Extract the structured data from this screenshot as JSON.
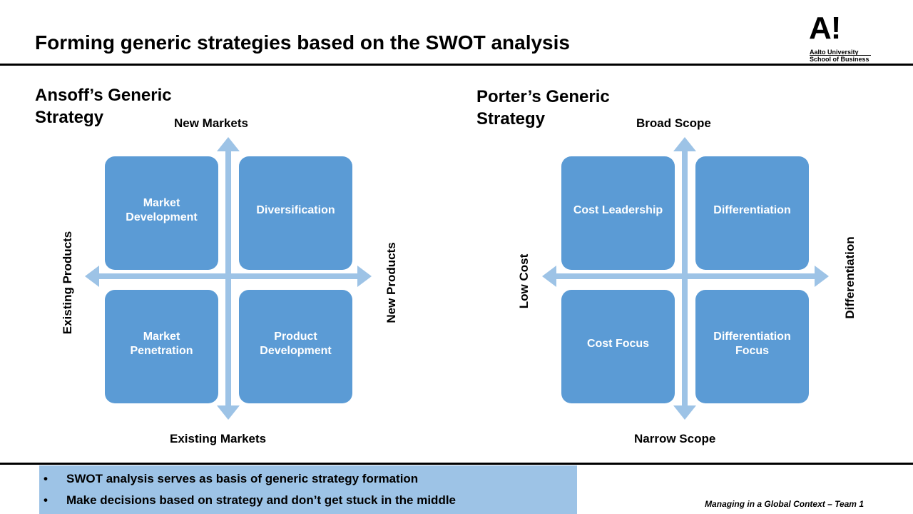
{
  "title": "Forming generic strategies based on the SWOT analysis",
  "logo": {
    "mark": "A!",
    "line1": "Aalto University",
    "line2": "School of Business"
  },
  "ansoff": {
    "heading": "Ansoff’s Generic Strategy",
    "top_label": "New Markets",
    "bottom_label": "Existing Markets",
    "left_label": "Existing Products",
    "right_label": "New Products",
    "quadrants": {
      "top_left": "Market Development",
      "top_right": "Diversification",
      "bottom_left": "Market Penetration",
      "bottom_right": "Product Development"
    }
  },
  "porter": {
    "heading": "Porter’s Generic Strategy",
    "top_label": "Broad Scope",
    "bottom_label": "Narrow Scope",
    "left_label": "Low Cost",
    "right_label": "Differentiation",
    "quadrants": {
      "top_left": "Cost Leadership",
      "top_right": "Differentiation",
      "bottom_left": "Cost Focus",
      "bottom_right": "Differentiation Focus"
    }
  },
  "bullets": [
    "SWOT analysis serves as basis of generic strategy formation",
    "Make decisions based on strategy and don’t get stuck in the middle"
  ],
  "footer": "Managing in a Global Context – Team 1",
  "colors": {
    "box": "#5b9bd5",
    "arrow": "#9dc3e6",
    "bullet_bg": "#9dc3e6"
  }
}
